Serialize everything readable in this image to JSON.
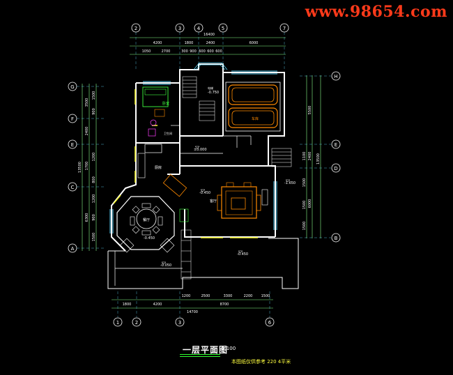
{
  "watermark": "www.98654.com",
  "drawing": {
    "title": "一层平面图",
    "scale": "1:100",
    "caption": "本图纸仅供参考 220 4平米"
  },
  "grid": {
    "top_axes": [
      "2",
      "3",
      "4",
      "5",
      "7"
    ],
    "bottom_axes": [
      "1",
      "2",
      "3",
      "6"
    ],
    "left_axes": [
      "G",
      "F",
      "E",
      "C",
      "A"
    ],
    "right_axes": [
      "H",
      "E",
      "D",
      "B"
    ]
  },
  "dimensions": {
    "top_total": "16400",
    "top_row1": [
      "4200",
      "1800",
      "2400",
      "6000"
    ],
    "top_row2": [
      "1050",
      "2700",
      "300",
      "900",
      "600",
      "600",
      "600"
    ],
    "bottom_row1": [
      "1200",
      "2500",
      "3300",
      "2200",
      "1500"
    ],
    "bottom_row2": [
      "1800",
      "4200",
      "8700"
    ],
    "bottom_total": "14700",
    "left_outer": "13500",
    "left_mid": [
      "3500",
      "2400",
      "1700",
      "6300"
    ],
    "left_inner": [
      "1500",
      "900",
      "1200",
      "800",
      "1200",
      "900",
      "1500"
    ],
    "right_outer": "13500",
    "right_mid": [
      "5500",
      "2400",
      "6000"
    ],
    "right_inner": [
      "1100",
      "1500",
      "1500",
      "1500"
    ]
  },
  "rooms": {
    "bedroom": "卧室",
    "garage": "车库",
    "dining": "餐厅",
    "living": "客厅",
    "kitchen": "厨房",
    "toilet": "卫生间",
    "lift": "电梯"
  },
  "levels": [
    "±0.000",
    "-0.450",
    "-0.450",
    "-0.450",
    "-0.050",
    "-1.650",
    "-0.750"
  ]
}
